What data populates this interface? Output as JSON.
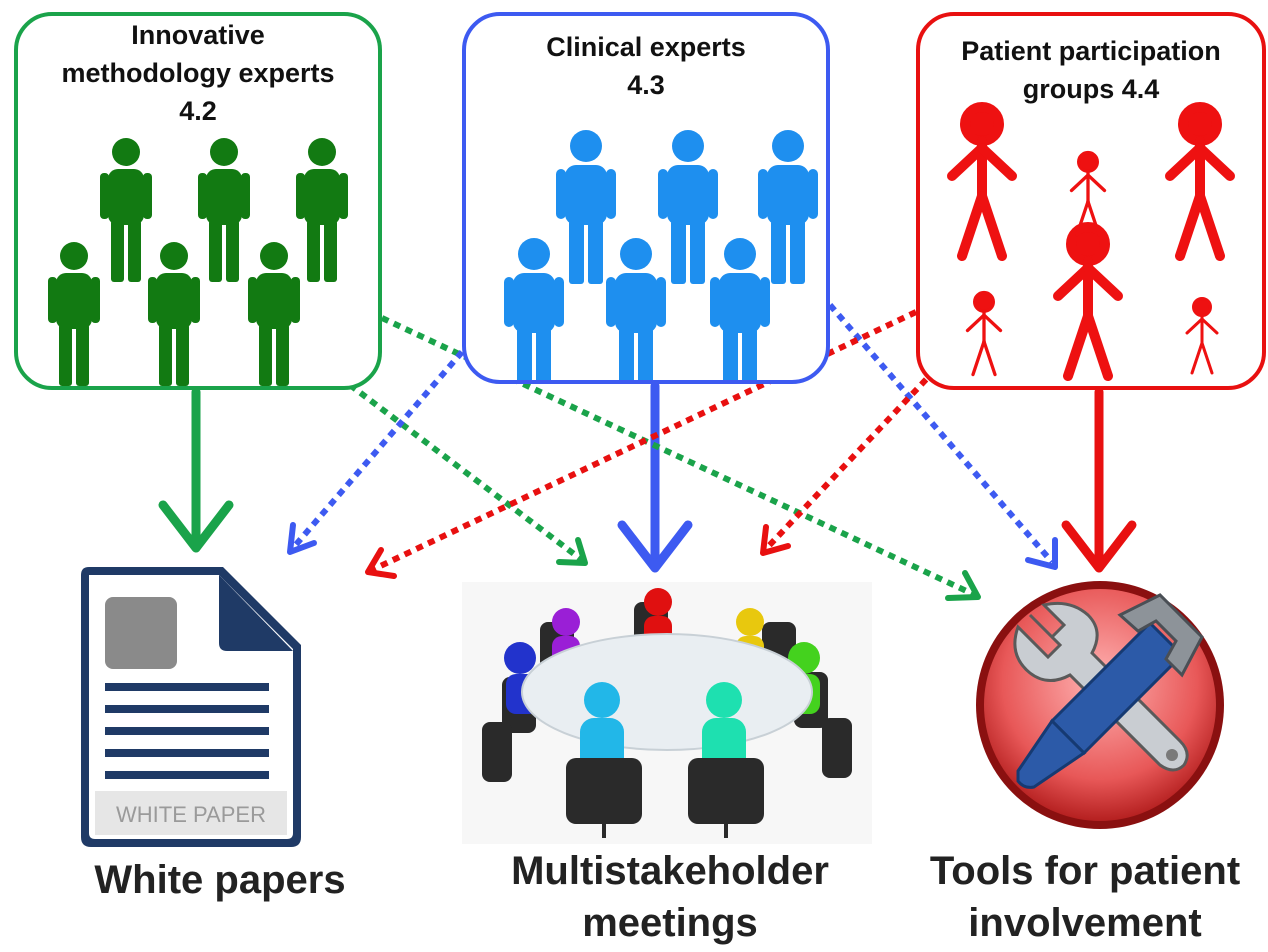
{
  "groups": {
    "innovative": {
      "title_line1": "Innovative",
      "title_line2": "methodology experts",
      "title_line3": "4.2",
      "color": "#1aa34a",
      "figure_color": "#127a12"
    },
    "clinical": {
      "title_line1": "Clinical experts",
      "title_line2": "4.3",
      "color": "#3d5af1",
      "figure_color": "#1e8fef"
    },
    "patient": {
      "title_line1": "Patient participation",
      "title_line2": "groups 4.4",
      "color": "#e81010",
      "figure_color": "#ee1111"
    }
  },
  "outputs": {
    "white_papers": {
      "label": "White papers",
      "icon": "white-paper-document-icon",
      "icon_text": "WHITE PAPER"
    },
    "meetings": {
      "label_line1": "Multistakeholder",
      "label_line2": "meetings",
      "icon": "round-table-meeting-icon"
    },
    "tools": {
      "label_line1": "Tools for patient",
      "label_line2": "involvement",
      "icon": "wrench-hammer-tools-icon"
    }
  },
  "connections": [
    {
      "from": "innovative",
      "to": "white_papers",
      "style": "solid"
    },
    {
      "from": "clinical",
      "to": "meetings",
      "style": "solid"
    },
    {
      "from": "patient",
      "to": "tools",
      "style": "solid"
    },
    {
      "from": "innovative",
      "to": "meetings",
      "style": "dotted"
    },
    {
      "from": "innovative",
      "to": "tools",
      "style": "dotted"
    },
    {
      "from": "clinical",
      "to": "white_papers",
      "style": "dotted"
    },
    {
      "from": "clinical",
      "to": "tools",
      "style": "dotted"
    },
    {
      "from": "patient",
      "to": "white_papers",
      "style": "dotted"
    },
    {
      "from": "patient",
      "to": "meetings",
      "style": "dotted"
    }
  ]
}
